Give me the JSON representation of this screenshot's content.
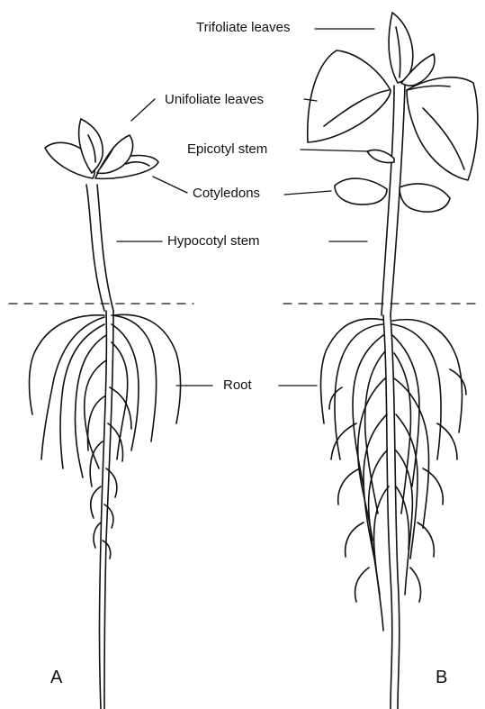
{
  "labels": {
    "trifoliate": "Trifoliate leaves",
    "unifoliate": "Unifoliate leaves",
    "epicotyl": "Epicotyl stem",
    "cotyledons": "Cotyledons",
    "hypocotyl": "Hypocotyl stem",
    "root": "Root"
  },
  "panels": {
    "a": "A",
    "b": "B"
  },
  "colors": {
    "ink": "#111111",
    "background": "#ffffff"
  }
}
